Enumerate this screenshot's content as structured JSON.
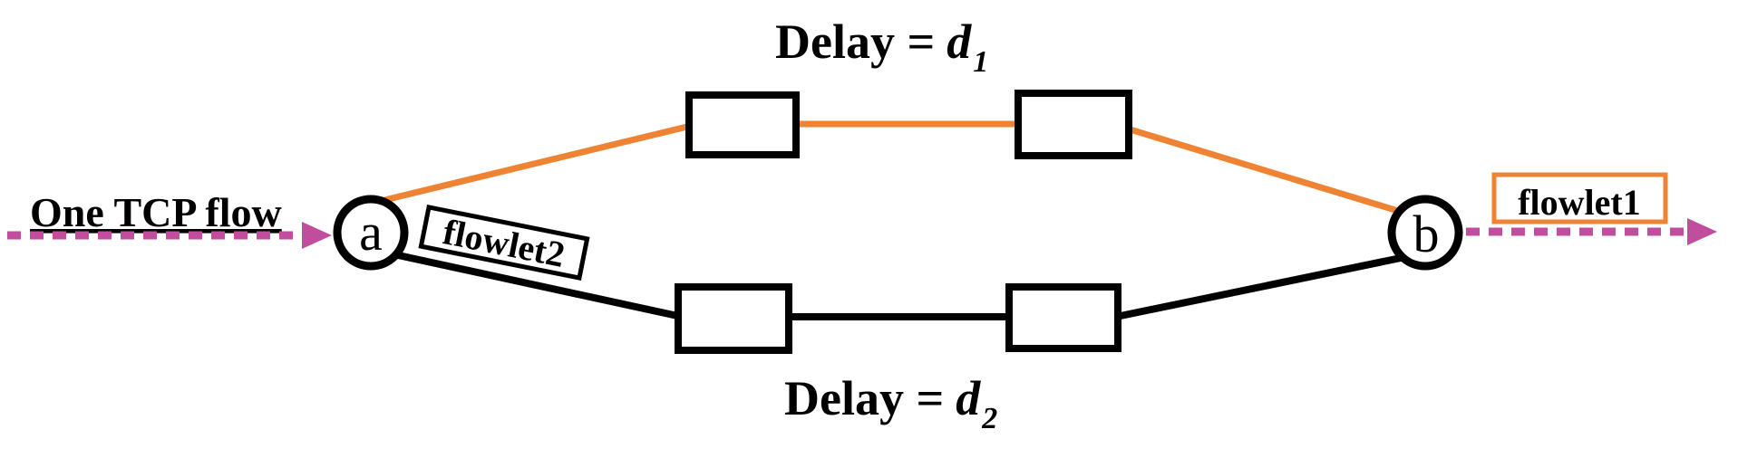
{
  "colors": {
    "orange": "#ED8333",
    "magenta": "#C04E9D",
    "green": "#2EB15C",
    "link_black": "#000000",
    "background": "#ffffff"
  },
  "flow_in": {
    "label": "One TCP flow"
  },
  "nodes": {
    "a": {
      "label": "a"
    },
    "b": {
      "label": "b"
    }
  },
  "top_path": {
    "delay_prefix": "Delay =",
    "delay_var": "d",
    "delay_sub": "1"
  },
  "bottom_path": {
    "delay_prefix": "Delay =",
    "delay_var": "d",
    "delay_sub": "2"
  },
  "flowlet1": {
    "label": "flowlet1"
  },
  "flowlet2": {
    "label": "flowlet2"
  }
}
